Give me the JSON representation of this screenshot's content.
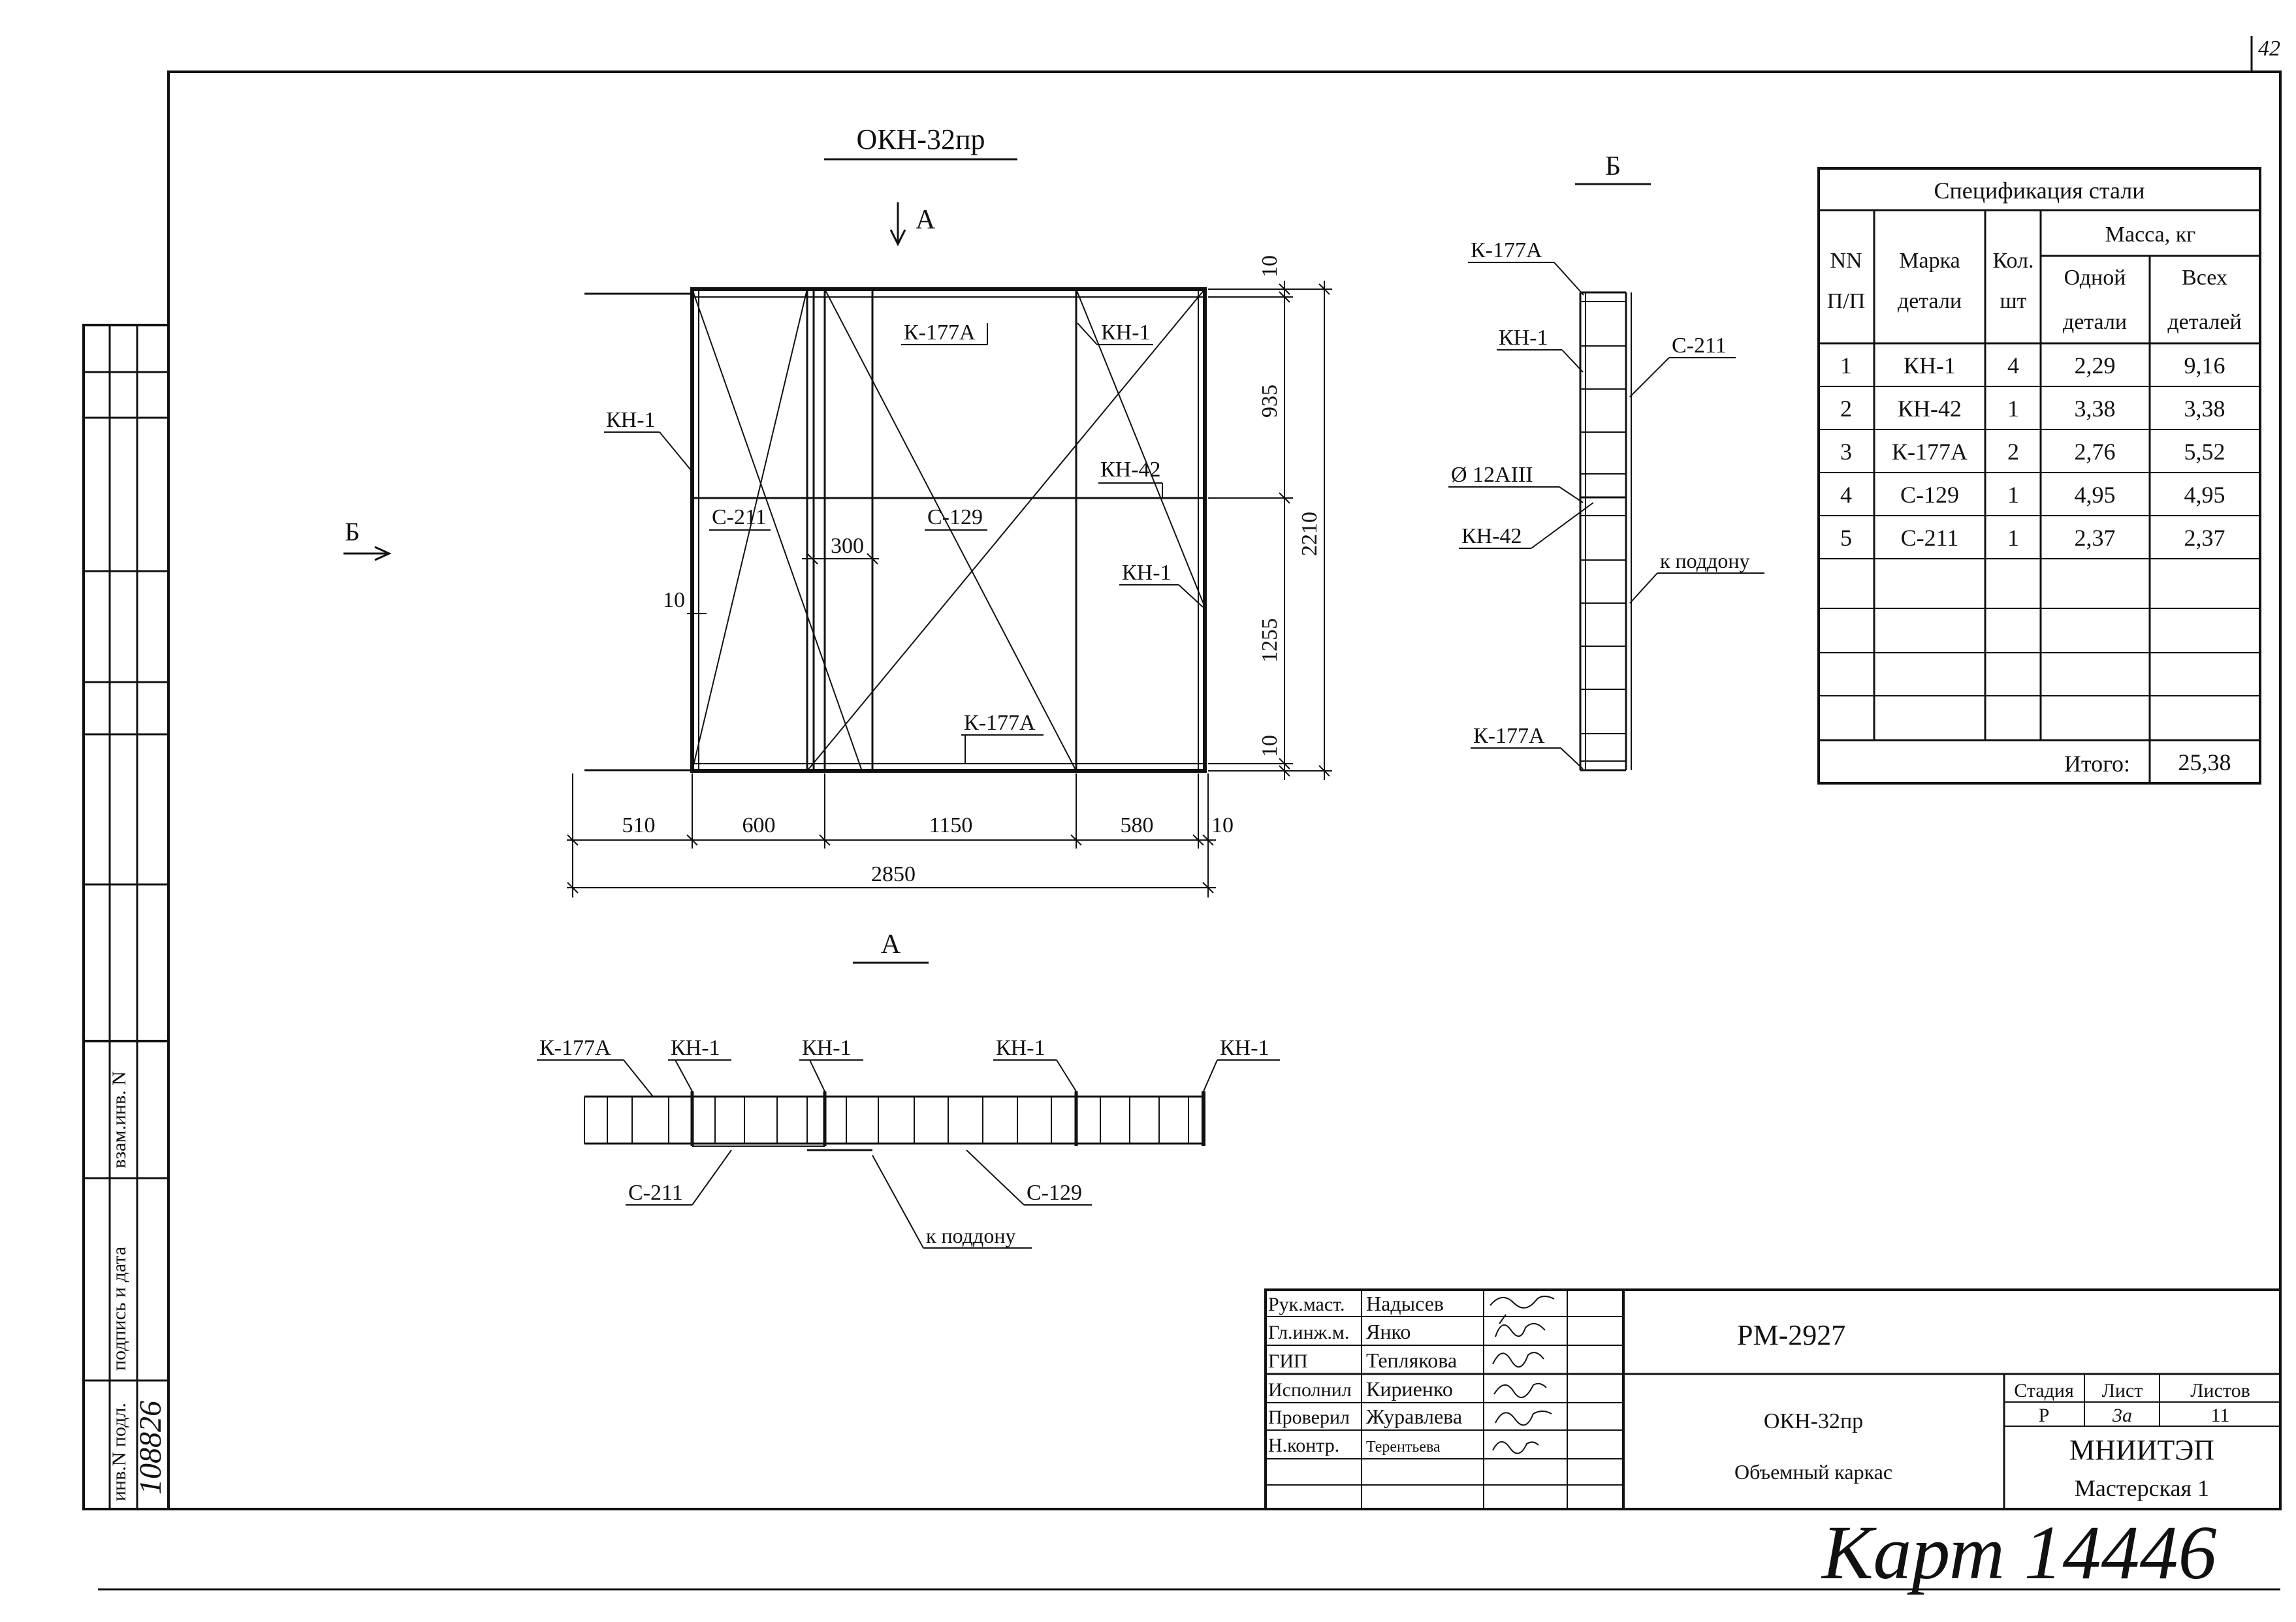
{
  "sheet": {
    "page_number": "42",
    "archive_number": "Карт 14446"
  },
  "main_view": {
    "title": "ОКН-32пр",
    "section_arrow_a": "А",
    "section_arrow_b": "Б",
    "labels": {
      "kn1_left": "КН-1",
      "k177a_top": "К-177А",
      "kn1_top": "КН-1",
      "kn42": "КН-42",
      "c211": "С-211",
      "c129": "С-129",
      "dim_300": "300",
      "kn1_right": "КН-1",
      "dim_10_left": "10",
      "k177a_bottom": "К-177А"
    },
    "dims_bottom": [
      "510",
      "600",
      "1150",
      "580",
      "10"
    ],
    "dim_total": "2850",
    "dims_right": {
      "top10": "10",
      "upper": "935",
      "lower": "1255",
      "bottom10": "10",
      "total": "2210"
    }
  },
  "section_b": {
    "title": "Б",
    "labels": {
      "k177a_top": "К-177А",
      "kn1": "КН-1",
      "c211": "С-211",
      "rebar": "Ø 12АIII",
      "kn42": "КН-42",
      "to_pallet": "к поддону",
      "k177a_bottom": "К-177А"
    }
  },
  "section_a": {
    "title": "А",
    "labels": {
      "k177a": "К-177А",
      "kn1_1": "КН-1",
      "kn1_2": "КН-1",
      "kn1_3": "КН-1",
      "kn1_4": "КН-1",
      "c211": "С-211",
      "c129": "С-129",
      "to_pallet": "к поддону"
    }
  },
  "spec_table": {
    "title": "Спецификация стали",
    "head": {
      "nn1": "NN",
      "nn2": "П/П",
      "mark1": "Марка",
      "mark2": "детали",
      "qty1": "Кол.",
      "qty2": "шт",
      "mass": "Масса, кг",
      "one1": "Одной",
      "one2": "детали",
      "all1": "Всех",
      "all2": "деталей"
    },
    "rows": [
      [
        "1",
        "КН-1",
        "4",
        "2,29",
        "9,16"
      ],
      [
        "2",
        "КН-42",
        "1",
        "3,38",
        "3,38"
      ],
      [
        "3",
        "К-177А",
        "2",
        "2,76",
        "5,52"
      ],
      [
        "4",
        "С-129",
        "1",
        "4,95",
        "4,95"
      ],
      [
        "5",
        "С-211",
        "1",
        "2,37",
        "2,37"
      ]
    ],
    "total_label": "Итого:",
    "total_value": "25,38"
  },
  "left_strip": {
    "inv_podl": "инв.N подл.",
    "sign_date": "подпись и дата",
    "vzam_inv": "взам.инв. N",
    "inv_number": "108826"
  },
  "title_block": {
    "roles": [
      "Рук.маст.",
      "Гл.инж.м.",
      "ГИП",
      "Исполнил",
      "Проверил",
      "Н.контр."
    ],
    "names": [
      "Надысев",
      "Янко",
      "Теплякова",
      "Кириенко",
      "Журавлева",
      "Терентьева"
    ],
    "code": "РМ-2927",
    "name_line1": "ОКН-32пр",
    "name_line2": "Объемный каркас",
    "stage_label": "Стадия",
    "sheet_label": "Лист",
    "sheets_label": "Листов",
    "stage": "Р",
    "sheet": "3а",
    "sheets": "11",
    "org": "МНИИТЭП",
    "workshop": "Мастерская 1"
  }
}
